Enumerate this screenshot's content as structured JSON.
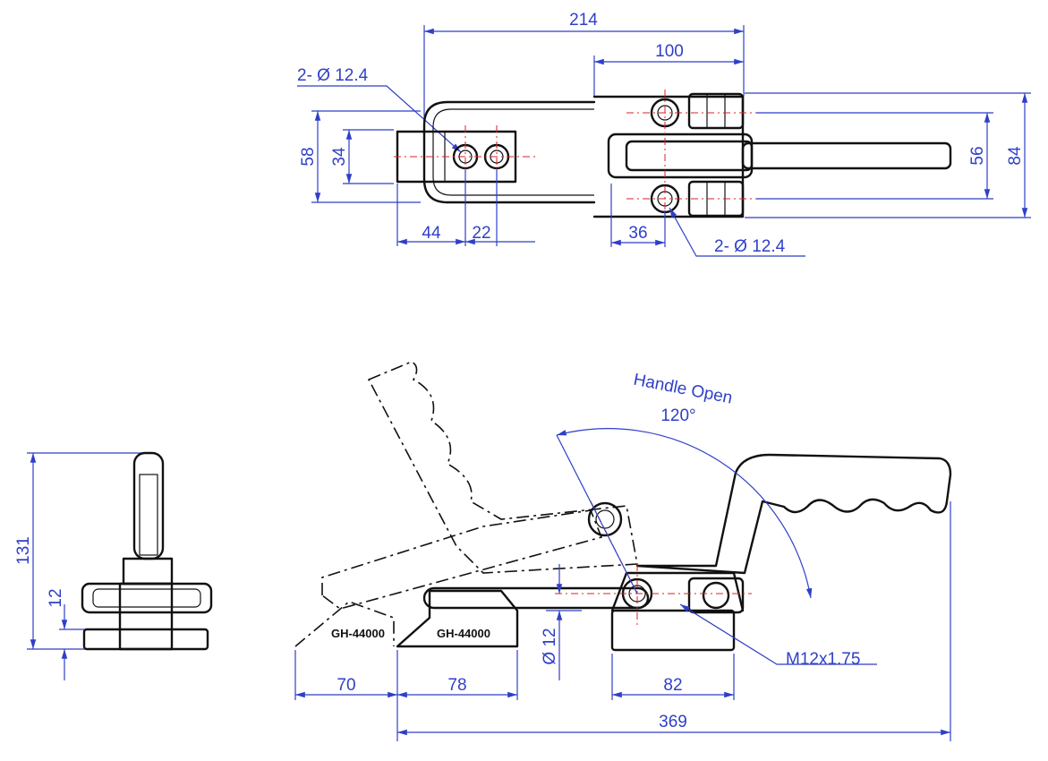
{
  "top_view": {
    "overall_length": "214",
    "pivot_span": "100",
    "hole_callout_left": "2- Ø 12.4",
    "hole_callout_right": "2- Ø 12.4",
    "width_outer": "58",
    "width_inner": "34",
    "offset_44": "44",
    "hole_pitch": "22",
    "pivot_offset": "36",
    "handle_width": "56",
    "total_width": "84"
  },
  "side_view": {
    "height": "131",
    "base_thickness": "12"
  },
  "front_view": {
    "handle_open_label": "Handle Open",
    "angle": "120°",
    "model_ghost": "GH-44000",
    "model": "GH-44000",
    "bolt_dia": "Ø 12",
    "thread": "M12x1.75",
    "dim_70": "70",
    "dim_78": "78",
    "dim_82": "82",
    "dim_369": "369"
  }
}
